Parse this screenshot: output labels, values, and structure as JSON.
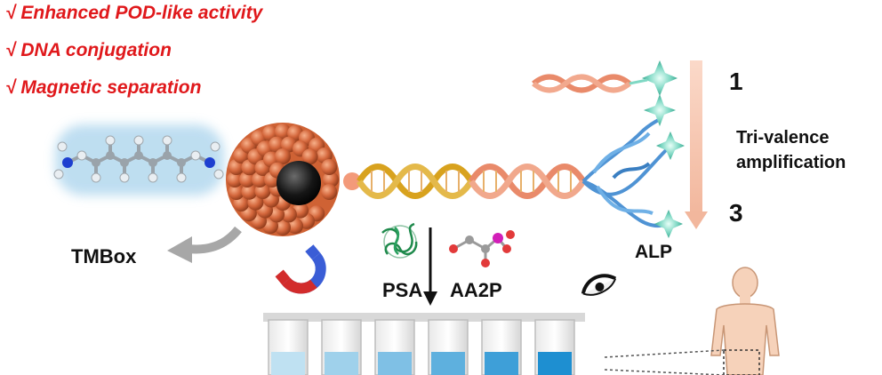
{
  "features": [
    "√ Enhanced POD-like activity",
    "√ DNA conjugation",
    "√ Magnetic separation"
  ],
  "labels": {
    "tmbox": "TMBox",
    "psa": "PSA",
    "aa2p": "AA2P",
    "alp": "ALP",
    "step_start": "1",
    "step_end": "3",
    "amplification_line1": "Tri-valence",
    "amplification_line2": "amplification"
  },
  "colors": {
    "feature_text": "#e0181b",
    "nanoparticle": "#d4673c",
    "dna_gold": "#d8a21e",
    "dna_salmon": "#e98a6a",
    "dna_blue": "#4f93d4",
    "enzyme_teal": "#7fd8c4",
    "tube_liquid_light": "#bfe1f2",
    "tube_liquid_dark": "#1e8fd1",
    "amplification_arrow": "#f4c4b0"
  },
  "icons": [
    "magnet-icon",
    "eye-icon",
    "human-body-icon",
    "molecule-icon",
    "protein-icon",
    "star-enzyme-icon"
  ]
}
